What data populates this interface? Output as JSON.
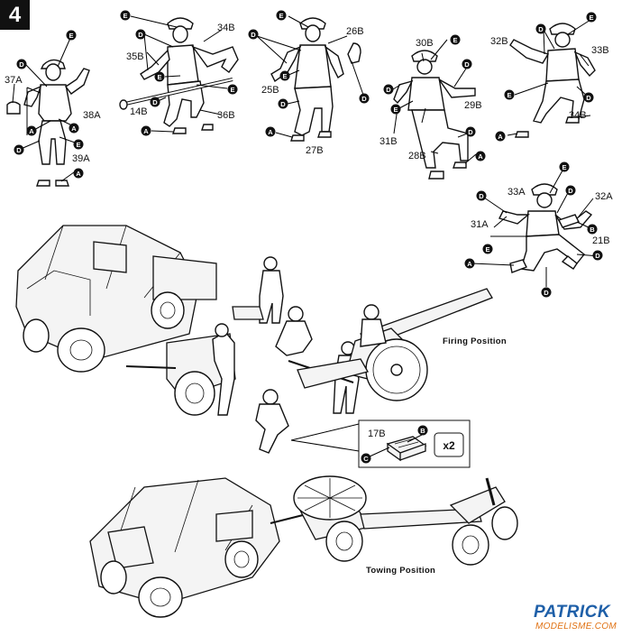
{
  "step": {
    "number": "4"
  },
  "glue_markers": {
    "A": "A",
    "B": "B",
    "C": "C",
    "D": "D",
    "E": "E"
  },
  "parts": {
    "p37a": "37A",
    "p38a": "38A",
    "p39a": "39A",
    "p34b_1": "34B",
    "p35b": "35B",
    "p14b": "14B",
    "p36b": "36B",
    "p26b": "26B",
    "p25b": "25B",
    "p27b": "27B",
    "p30b": "30B",
    "p29b": "29B",
    "p31b": "31B",
    "p28b": "28B",
    "p32b": "32B",
    "p33b": "33B",
    "p34b_2": "34B",
    "p33a": "33A",
    "p32a": "32A",
    "p31a": "31A",
    "p21b": "21B",
    "p17b": "17B"
  },
  "captions": {
    "firing": "Firing Position",
    "towing": "Towing Position",
    "multiplier": "x2"
  },
  "watermark": {
    "brand": "PATRICK",
    "sub": "MODELISME.COM",
    "brand_color": "#1e5fa8",
    "sub_color": "#e07010"
  },
  "icons": {
    "figure": "soldier-figure-outline",
    "truck": "artillery-tractor-outline",
    "gun": "field-gun-outline",
    "ammo": "ammo-box-outline"
  }
}
